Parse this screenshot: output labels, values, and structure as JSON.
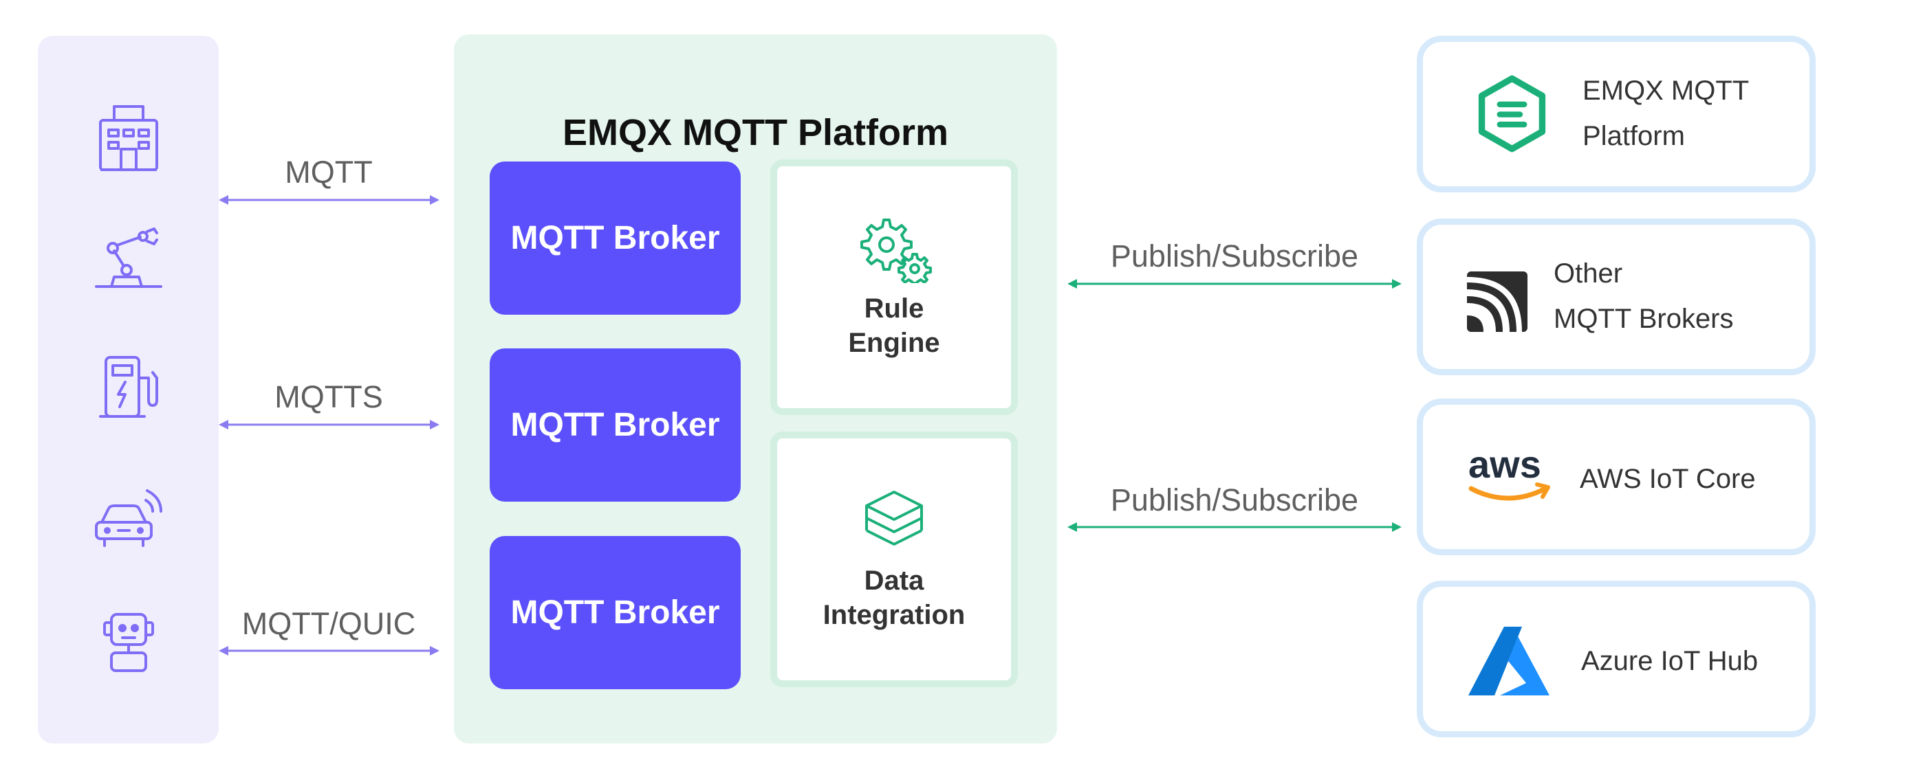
{
  "platform": {
    "title": "EMQX MQTT Platform",
    "brokers": [
      "MQTT Broker",
      "MQTT Broker",
      "MQTT Broker"
    ],
    "modules": [
      {
        "label": "Rule\nEngine",
        "icon": "gears-icon"
      },
      {
        "label": "Data\nIntegration",
        "icon": "layers-icon"
      }
    ]
  },
  "devices": [
    {
      "icon": "building-icon"
    },
    {
      "icon": "robot-arm-icon"
    },
    {
      "icon": "charging-station-icon"
    },
    {
      "icon": "connected-car-icon"
    },
    {
      "icon": "robot-icon"
    }
  ],
  "protocols": [
    "MQTT",
    "MQTTS",
    "MQTT/QUIC"
  ],
  "bridges": [
    "Publish/Subscribe",
    "Publish/Subscribe"
  ],
  "targets": [
    {
      "label": "EMQX MQTT\nPlatform",
      "icon": "emqx-logo-icon"
    },
    {
      "label": "Other\nMQTT Brokers",
      "icon": "mqtt-logo-icon"
    },
    {
      "label": "AWS IoT Core",
      "icon": "aws-logo-icon"
    },
    {
      "label": "Azure IoT Hub",
      "icon": "azure-logo-icon"
    }
  ],
  "colors": {
    "device_panel": "#f0eefd",
    "device_stroke": "#7f6ef5",
    "platform_bg": "#e6f6ef",
    "broker": "#5b50fb",
    "module_border": "#d2efe2",
    "emqx_green": "#1bb07a",
    "target_border": "#d7eafb",
    "aws_orange": "#f7991c",
    "azure_blue": "#0a78d4"
  }
}
